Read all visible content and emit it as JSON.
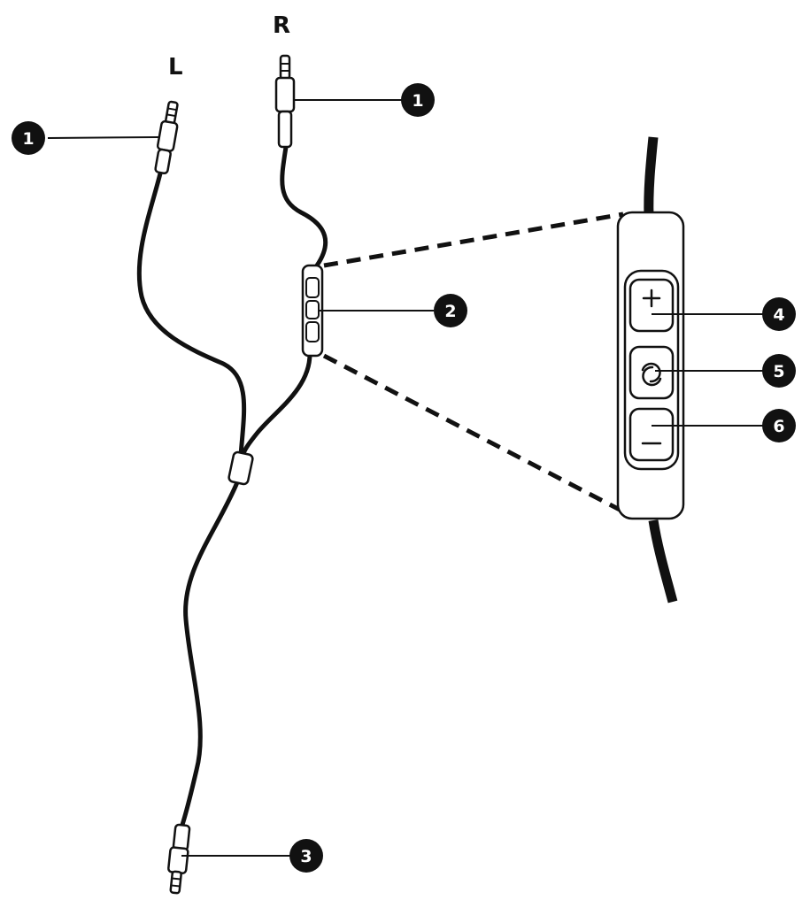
{
  "labels": {
    "left": "L",
    "right": "R"
  },
  "callouts": [
    {
      "id": "callout-1-left",
      "number": "1"
    },
    {
      "id": "callout-1-right",
      "number": "1"
    },
    {
      "id": "callout-2",
      "number": "2"
    },
    {
      "id": "callout-3",
      "number": "3"
    },
    {
      "id": "callout-4",
      "number": "4"
    },
    {
      "id": "callout-5",
      "number": "5"
    },
    {
      "id": "callout-6",
      "number": "6"
    }
  ],
  "icons": {
    "volume_up": "plus-icon",
    "play_pause": "circular-arrow-icon",
    "volume_down": "minus-icon"
  },
  "colors": {
    "ink": "#111111",
    "background": "#ffffff"
  }
}
